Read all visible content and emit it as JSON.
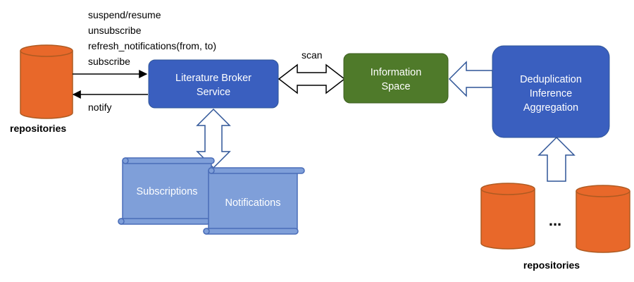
{
  "left_repositories": {
    "label": "repositories"
  },
  "operations": {
    "suspend_resume": "suspend/resume",
    "unsubscribe": "unsubscribe",
    "refresh": "refresh_notifications(from,  to)",
    "subscribe": "subscribe",
    "notify": "notify"
  },
  "broker": {
    "line1": "Literature Broker",
    "line2": "Service"
  },
  "scan_label": "scan",
  "information_space": {
    "line1": "Information",
    "line2": "Space"
  },
  "processing": {
    "line1": "Deduplication",
    "line2": "Inference",
    "line3": "Aggregation"
  },
  "subscriptions": {
    "label": "Subscriptions"
  },
  "notifications": {
    "label": "Notifications"
  },
  "right_repositories": {
    "label": "repositories",
    "ellipsis": "..."
  },
  "colors": {
    "cylinder_fill": "#e8682a",
    "cylinder_stroke": "#ae5a21",
    "blue_box": "#3a5fbf",
    "green_box": "#4f7a2a",
    "scroll_fill": "#7f9fd9",
    "scroll_stroke": "#4a6db8",
    "arrow_outline": "#2f5597"
  }
}
